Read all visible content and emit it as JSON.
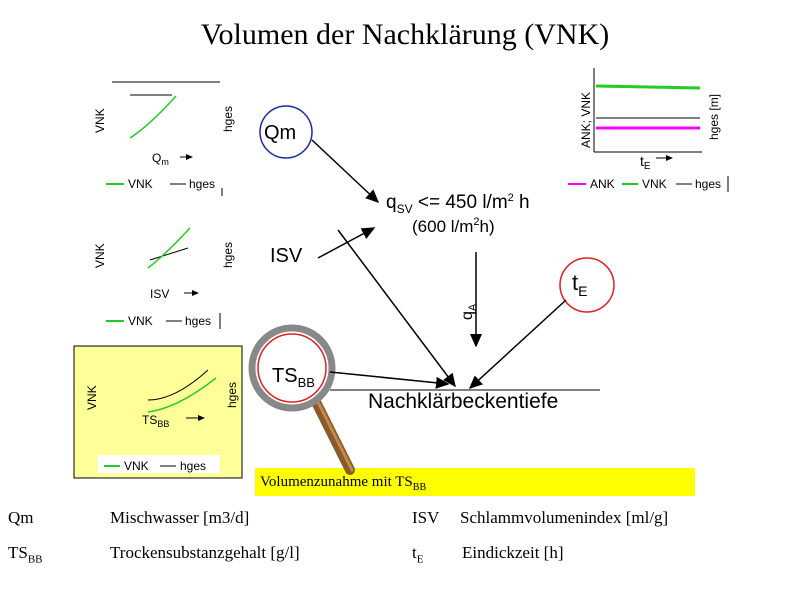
{
  "title": "Volumen der Nachklärung (VNK)",
  "factors": {
    "qm": "Qm",
    "isv": "ISV",
    "ts_main": "TS",
    "ts_sub": "BB",
    "te_main": "t",
    "te_sub": "E"
  },
  "constraint": {
    "qsv_main": "q",
    "qsv_sub": "SV",
    "qsv_value": " <= 450 l/m",
    "qsv_exp": "2",
    "qsv_unit": " h",
    "alt_value": "(600 l/m",
    "alt_exp": "2",
    "alt_unit": "h)",
    "qa_main": "q",
    "qa_sub": "A"
  },
  "target": "Nachklärbeckentiefe",
  "mini_charts": {
    "qm": {
      "y_left": "VNK",
      "y_right": "hges",
      "x_label": "Q",
      "x_sub": "m",
      "legend_a": "VNK",
      "legend_b": "hges"
    },
    "isv": {
      "y_left": "VNK",
      "y_right": "hges",
      "x_label": "ISV",
      "legend_a": "VNK",
      "legend_b": "hges"
    },
    "ts": {
      "y_left": "VNK",
      "y_right": "hges",
      "x_label": "TS",
      "x_sub": "BB",
      "legend_a": "VNK",
      "legend_b": "hges"
    },
    "te": {
      "y_left": "ANK; VNK",
      "y_right": "hges [m]",
      "x_label": "t",
      "x_sub": "E",
      "legend_a": "ANK",
      "legend_b": "VNK",
      "legend_c": "hges"
    }
  },
  "banner": {
    "text": "Volumenzunahme mit TS",
    "sub": "BB"
  },
  "legend": {
    "qm_abbr": "Qm",
    "qm_desc": "Mischwasser [m3/d]",
    "isv_abbr": "ISV",
    "isv_desc": "Schlammvolumenindex [ml/g]",
    "ts_abbr": "TS",
    "ts_sub": "BB",
    "ts_desc": "Trockensubstanzgehalt [g/l]",
    "te_abbr": "t",
    "te_sub": "E",
    "te_desc": "Eindickzeit [h]"
  },
  "colors": {
    "green": "#22cc22",
    "magenta": "#ff00ff",
    "blue_circle": "#1a2aa8",
    "red_circle": "#e02020",
    "yellow_box": "#ffff99",
    "banner": "#ffff00",
    "magnifier_handle": "#8b5a2b"
  },
  "icons": {
    "magnifier": "magnifier-icon"
  }
}
